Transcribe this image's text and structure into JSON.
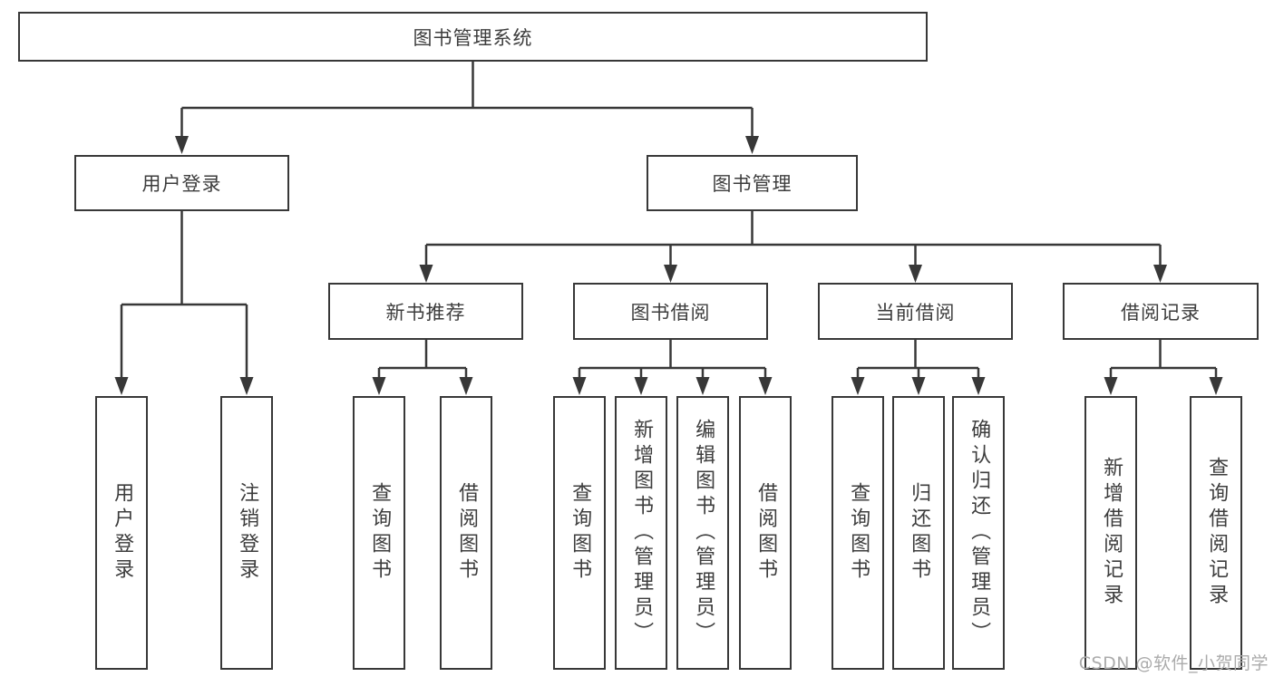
{
  "diagram": {
    "root": "图书管理系统",
    "user_branch": {
      "label": "用户登录",
      "children": [
        "用户登录",
        "注销登录"
      ]
    },
    "book_branch": {
      "label": "图书管理",
      "groups": [
        {
          "label": "新书推荐",
          "children": [
            "查询图书",
            "借阅图书"
          ]
        },
        {
          "label": "图书借阅",
          "children": [
            "查询图书",
            "新增图书（管理员）",
            "编辑图书（管理员）",
            "借阅图书"
          ]
        },
        {
          "label": "当前借阅",
          "children": [
            "查询图书",
            "归还图书",
            "确认归还（管理员）"
          ]
        },
        {
          "label": "借阅记录",
          "children": [
            "新增借阅记录",
            "查询借阅记录"
          ]
        }
      ]
    }
  },
  "watermark": "CSDN @软件_小贺同学",
  "colors": {
    "line": "#383838",
    "text": "#3d3d3d",
    "watermark": "#ababab",
    "background": "#ffffff"
  }
}
